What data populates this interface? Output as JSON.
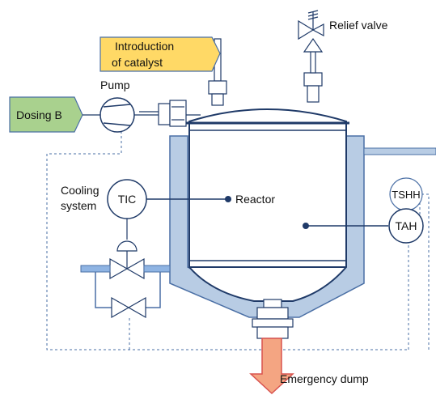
{
  "labels": {
    "catalyst_line1": "Introduction",
    "catalyst_line2": "of catalyst",
    "relief_valve": "Relief valve",
    "pump": "Pump",
    "dosing_b": "Dosing B",
    "cooling_line1": "Cooling",
    "cooling_line2": "system",
    "tic": "TIC",
    "reactor": "Reactor",
    "tshh": "TSHH",
    "tah": "TAH",
    "emergency_dump": "Emergency dump"
  },
  "colors": {
    "jacket_fill": "#b8cce4",
    "jacket_stroke": "#4a6fa5",
    "vessel_fill": "#ffffff",
    "line": "#1f3a68",
    "catalyst_fill": "#ffd966",
    "dosing_fill": "#a9d18e",
    "dump_fill": "#f4a582",
    "dump_stroke": "#d9534f",
    "dashed": "#4a6fa5",
    "pipe_blue": "#8fb4e3"
  }
}
